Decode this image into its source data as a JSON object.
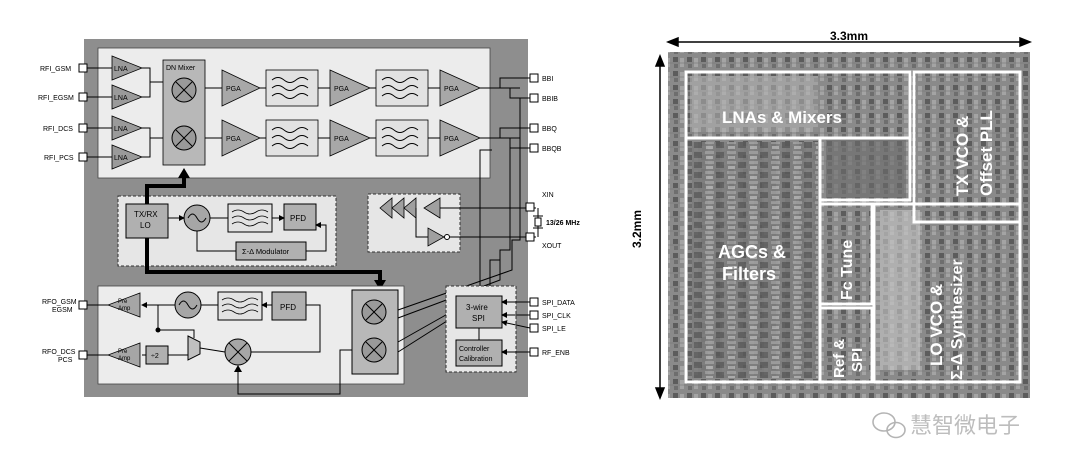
{
  "block_diagram": {
    "rx_pins": [
      "RFI_GSM",
      "RFI_EGSM",
      "RFI_DCS",
      "RFI_PCS"
    ],
    "lna_label": "LNA",
    "dn_mixer_label": "DN Mixer",
    "pga_label": "PGA",
    "bb_pins": [
      "BBI",
      "BBIB",
      "BBQ",
      "BBQB"
    ],
    "xin_label": "XIN",
    "xout_label": "XOUT",
    "xtal_label": "13/26 MHz",
    "txrx_lo_line1": "TX/RX",
    "txrx_lo_line2": "LO",
    "pfd_label": "PFD",
    "sigma_delta_label": "Σ-Δ Modulator",
    "rfo_gsm_line1": "RFO_GSM",
    "rfo_gsm_line2": "EGSM",
    "rfo_dcs_line1": "RFO_DCS",
    "rfo_dcs_line2": "PCS",
    "pre_amp_line1": "Pre",
    "pre_amp_line2": "Amp",
    "div2_label": "÷2",
    "spi_line1": "3-wire",
    "spi_line2": "SPI",
    "ctrl_line1": "Controller",
    "ctrl_line2": "Calibration",
    "spi_pins": [
      "SPI_DATA",
      "SPI_CLK",
      "SPI_LE",
      "RF_ENB"
    ]
  },
  "die_photo": {
    "width_label": "3.3mm",
    "height_label": "3.2mm",
    "regions": {
      "lna_mixers": "LNAs & Mixers",
      "tx_vco_line1": "TX VCO &",
      "tx_vco_line2": "Offset PLL",
      "agc_line1": "AGCs &",
      "agc_line2": "Filters",
      "fc_tune": "Fc Tune",
      "ref_line1": "Ref &",
      "ref_line2": "SPI",
      "lo_vco_line1": "LO VCO &",
      "lo_vco_line2": "Σ-Δ Synthesizer"
    }
  },
  "watermark": {
    "text": "慧智微电子",
    "icon": "wechat-icon"
  }
}
